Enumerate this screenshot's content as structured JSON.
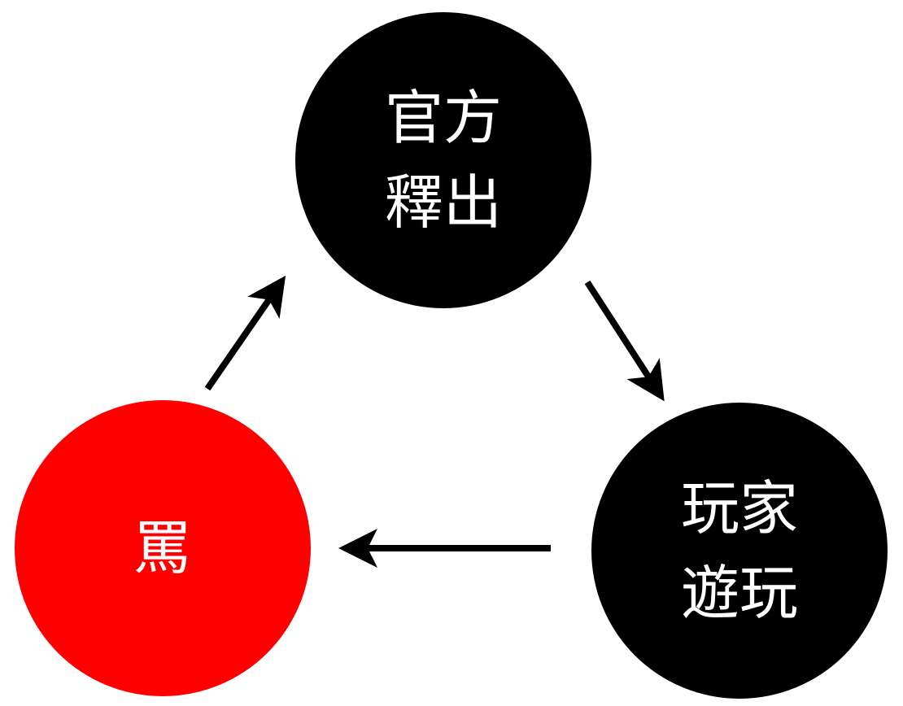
{
  "nodes": [
    {
      "id": "release",
      "lines": [
        "官方",
        "釋出"
      ],
      "color": "#000000"
    },
    {
      "id": "play",
      "lines": [
        "玩家",
        "遊玩"
      ],
      "color": "#000000"
    },
    {
      "id": "scold",
      "lines": [
        "罵"
      ],
      "color": "#ff0000"
    }
  ],
  "edges": [
    {
      "from": "release",
      "to": "play"
    },
    {
      "from": "play",
      "to": "scold"
    },
    {
      "from": "scold",
      "to": "release"
    }
  ],
  "colors": {
    "arrow": "#000000",
    "text": "#ffffff"
  }
}
